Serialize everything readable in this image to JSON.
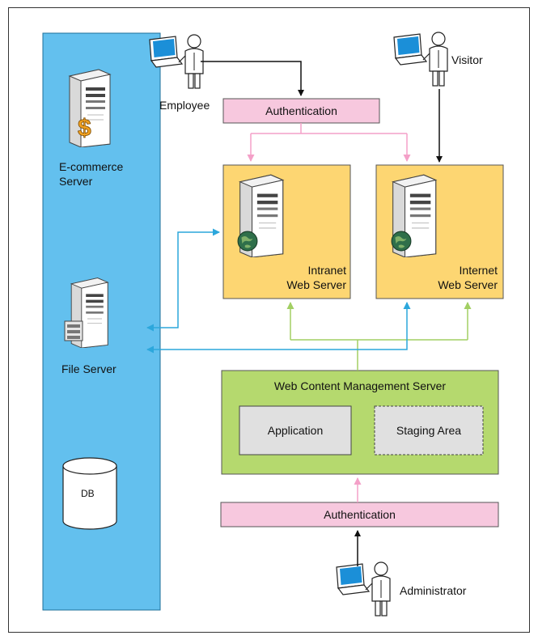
{
  "users": {
    "employee": "Employee",
    "visitor": "Visitor",
    "administrator": "Administrator"
  },
  "auth": {
    "top": "Authentication",
    "bottom": "Authentication"
  },
  "left_panel": {
    "ecommerce": "E-commerce\nServer",
    "file_server": "File Server",
    "db": "DB"
  },
  "servers": {
    "intranet": "Intranet\nWeb Server",
    "internet": "Internet\nWeb Server"
  },
  "wcm": {
    "title": "Web Content Management Server",
    "application": "Application",
    "staging": "Staging Area"
  },
  "colors": {
    "left_panel": "#63c0ee",
    "web_server_box": "#fdd672",
    "wcm_box": "#b5d96e",
    "auth_box": "#f7c8de",
    "inner_box": "#e0e0e0",
    "arrow_pink": "#f4a0c8",
    "arrow_blue": "#2ca7dc",
    "arrow_green": "#a2cf63",
    "arrow_black": "#111111",
    "laptop_screen": "#1b8fd8"
  }
}
